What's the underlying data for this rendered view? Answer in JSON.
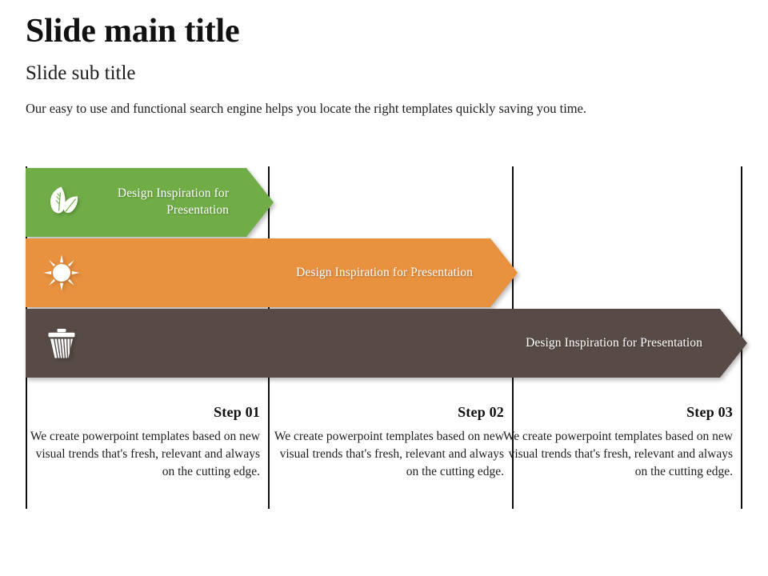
{
  "header": {
    "title": "Slide main title",
    "subtitle": "Slide sub title",
    "description": "Our easy to use and functional search engine  helps you locate the right templates quickly saving you time."
  },
  "colors": {
    "green": "#70ad47",
    "orange": "#e8913f",
    "brown": "#584b46",
    "divider": "#0d0d0d",
    "text": "#1d1d1d",
    "label_text": "#ffffff"
  },
  "bars": [
    {
      "icon": "leaf-icon",
      "label": "Design Inspiration for Presentation",
      "color": "#70ad47"
    },
    {
      "icon": "sun-icon",
      "label": "Design Inspiration for Presentation",
      "color": "#e8913f"
    },
    {
      "icon": "trash-icon",
      "label": "Design Inspiration for Presentation",
      "color": "#584b46"
    }
  ],
  "steps": [
    {
      "title": "Step 01",
      "body": "We create powerpoint templates based on new visual trends that's fresh, relevant and always on the cutting edge."
    },
    {
      "title": "Step 02",
      "body": "We create powerpoint templates based on new visual trends that's fresh, relevant and always on the cutting edge."
    },
    {
      "title": "Step 03",
      "body": "We create powerpoint templates based on new visual trends that's fresh, relevant and always on the cutting edge."
    }
  ]
}
